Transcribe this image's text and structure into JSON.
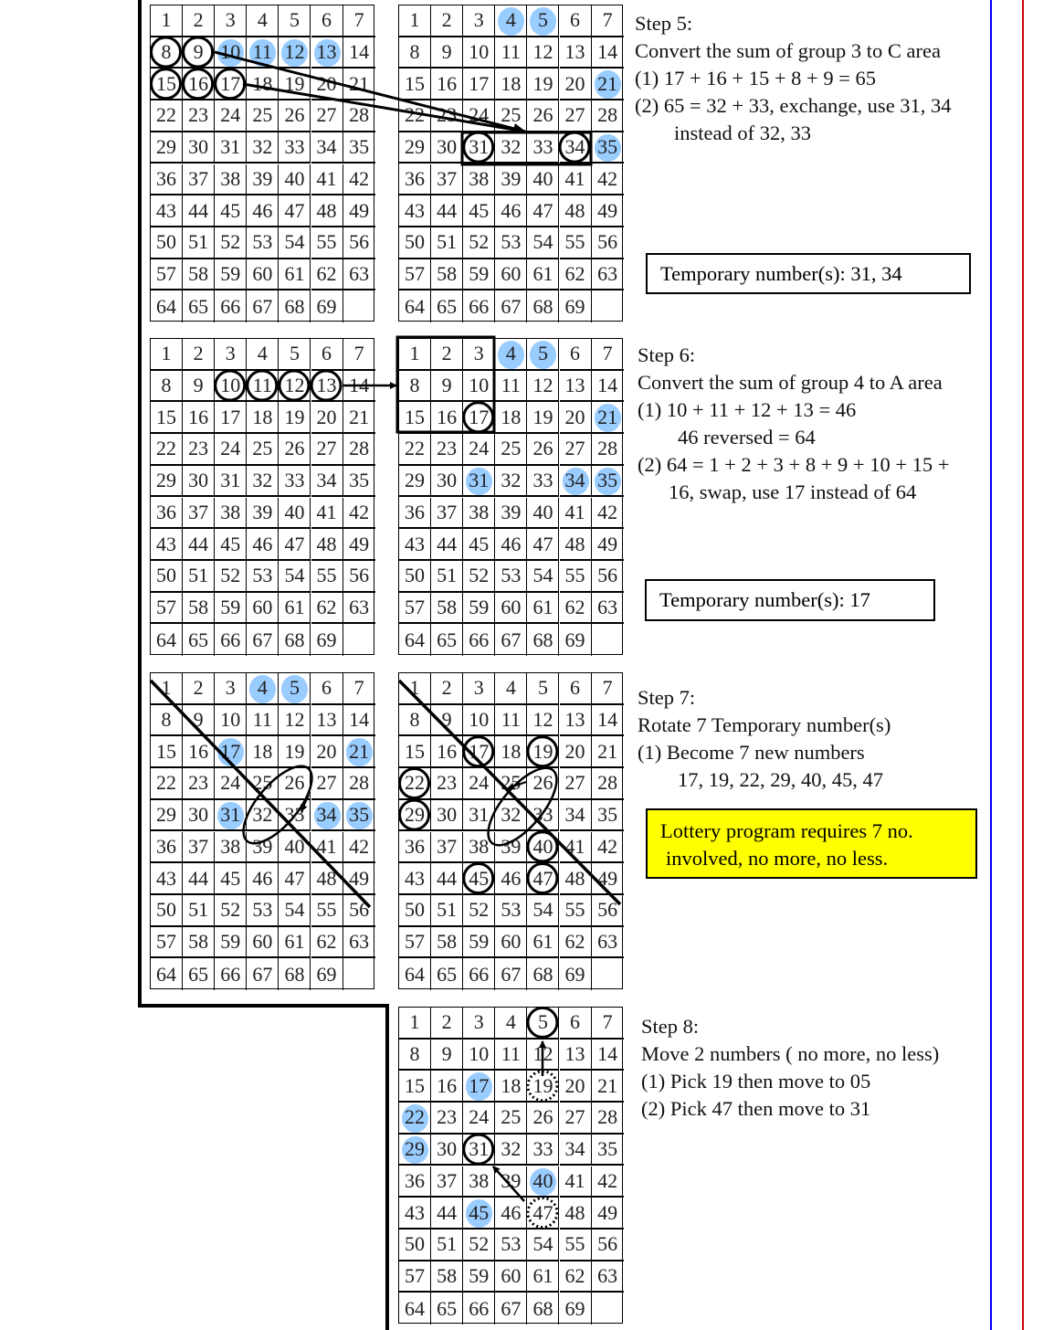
{
  "numbers_per_grid": 69,
  "colors": {
    "highlight": "#99ccff",
    "note_bg": "#ffff00",
    "blue_line": "#0000ff",
    "red_line": "#cc0000"
  },
  "grids": [
    {
      "id": "step5-left",
      "highlights": [
        10,
        11,
        12,
        13
      ],
      "circles": [
        8,
        9,
        15,
        16,
        17
      ],
      "dotted": []
    },
    {
      "id": "step5-right",
      "highlights": [
        4,
        5,
        21,
        35
      ],
      "circles": [
        31,
        34
      ],
      "dotted": []
    },
    {
      "id": "step6-left",
      "highlights": [],
      "circles": [
        10,
        11,
        12,
        13
      ],
      "dotted": []
    },
    {
      "id": "step6-right",
      "highlights": [
        4,
        5,
        21,
        31,
        34,
        35
      ],
      "circles": [
        17
      ],
      "dotted": []
    },
    {
      "id": "step7-left",
      "highlights": [
        4,
        5,
        17,
        21,
        31,
        34,
        35
      ],
      "circles": [],
      "dotted": []
    },
    {
      "id": "step7-right",
      "highlights": [],
      "circles": [
        17,
        19,
        22,
        29,
        40,
        45,
        47
      ],
      "dotted": []
    },
    {
      "id": "step8",
      "highlights": [
        17,
        22,
        29,
        40,
        45
      ],
      "circles": [
        5,
        31
      ],
      "dotted": [
        19,
        47
      ]
    }
  ],
  "step5": {
    "title": "Step 5:",
    "line1": "Convert the sum of group 3 to C area",
    "line2": "(1) 17 + 16 + 15 + 8 + 9 = 65",
    "line3": "(2) 65 = 32 + 33, exchange, use 31, 34",
    "line4": "instead of 32, 33",
    "temp": "Temporary number(s):  31, 34"
  },
  "step6": {
    "title": "Step 6:",
    "line1": "Convert the sum of group 4 to A area",
    "line2": "(1)  10 + 11 + 12 + 13 = 46",
    "line3": "46 reversed = 64",
    "line4": "(2) 64 = 1 + 2 + 3 + 8 + 9 + 10 + 15 +",
    "line5": "16, swap, use 17 instead of 64",
    "temp": "Temporary number(s):  17"
  },
  "step7": {
    "title": "Step 7:",
    "line1": "Rotate 7 Temporary number(s)",
    "line2": "(1)  Become 7 new numbers",
    "line3": "17, 19, 22, 29, 40, 45, 47",
    "note1": "Lottery program requires 7 no.",
    "note2": "involved, no more, no less."
  },
  "step8": {
    "title": "Step 8:",
    "line1": "Move 2 numbers ( no more, no less)",
    "line2": "(1)  Pick 19 then move to 05",
    "line3": "(2)  Pick 47 then move to 31"
  }
}
